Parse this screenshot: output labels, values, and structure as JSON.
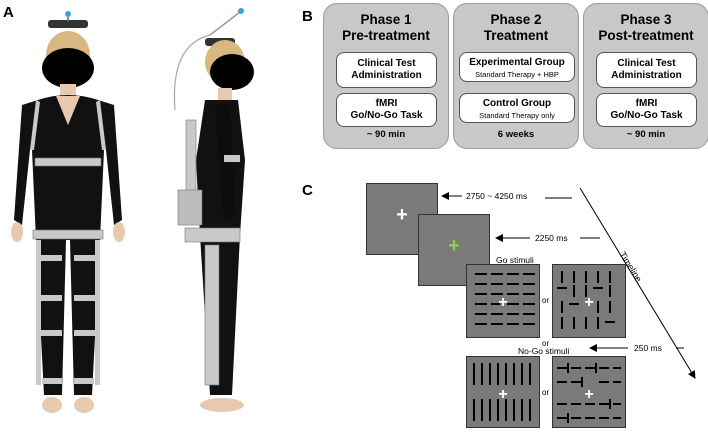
{
  "panel_labels": {
    "a": "A",
    "b": "B",
    "c": "C"
  },
  "phases": [
    {
      "title_line1": "Phase 1",
      "title_line2": "Pre-treatment",
      "box1": {
        "line1": "Clinical Test",
        "line2": "Administration"
      },
      "box2": {
        "line1": "fMRI",
        "line2": "Go/No-Go Task"
      },
      "footer": "~ 90 min"
    },
    {
      "title_line1": "Phase 2",
      "title_line2": "Treatment",
      "box1": {
        "line1": "Experimental Group",
        "line2": "Standard Therapy + HBP"
      },
      "box2": {
        "line1": "Control Group",
        "line2": "Standard Therapy only"
      },
      "footer": "6 weeks"
    },
    {
      "title_line1": "Phase 3",
      "title_line2": "Post-treatment",
      "box1": {
        "line1": "Clinical Test",
        "line2": "Administration"
      },
      "box2": {
        "line1": "fMRI",
        "line2": "Go/No-Go Task"
      },
      "footer": "~ 90 min"
    }
  ],
  "task": {
    "fixation_duration": "2750 ~ 4250 ms",
    "cue_duration": "2250 ms",
    "stimulus_duration": "250 ms",
    "go_label": "Go stimuli",
    "nogo_label": "No-Go stimuli",
    "or": "or",
    "timeline_label": "Timeline",
    "fixation_symbol": "+",
    "fixation_color": "#ffffff",
    "cue_color": "#8fd14f"
  },
  "colors": {
    "phase_bg": "#c8c8c8",
    "screen_bg": "#7a7a7a",
    "suit": "#111111",
    "brace": "#c9c9c9"
  }
}
